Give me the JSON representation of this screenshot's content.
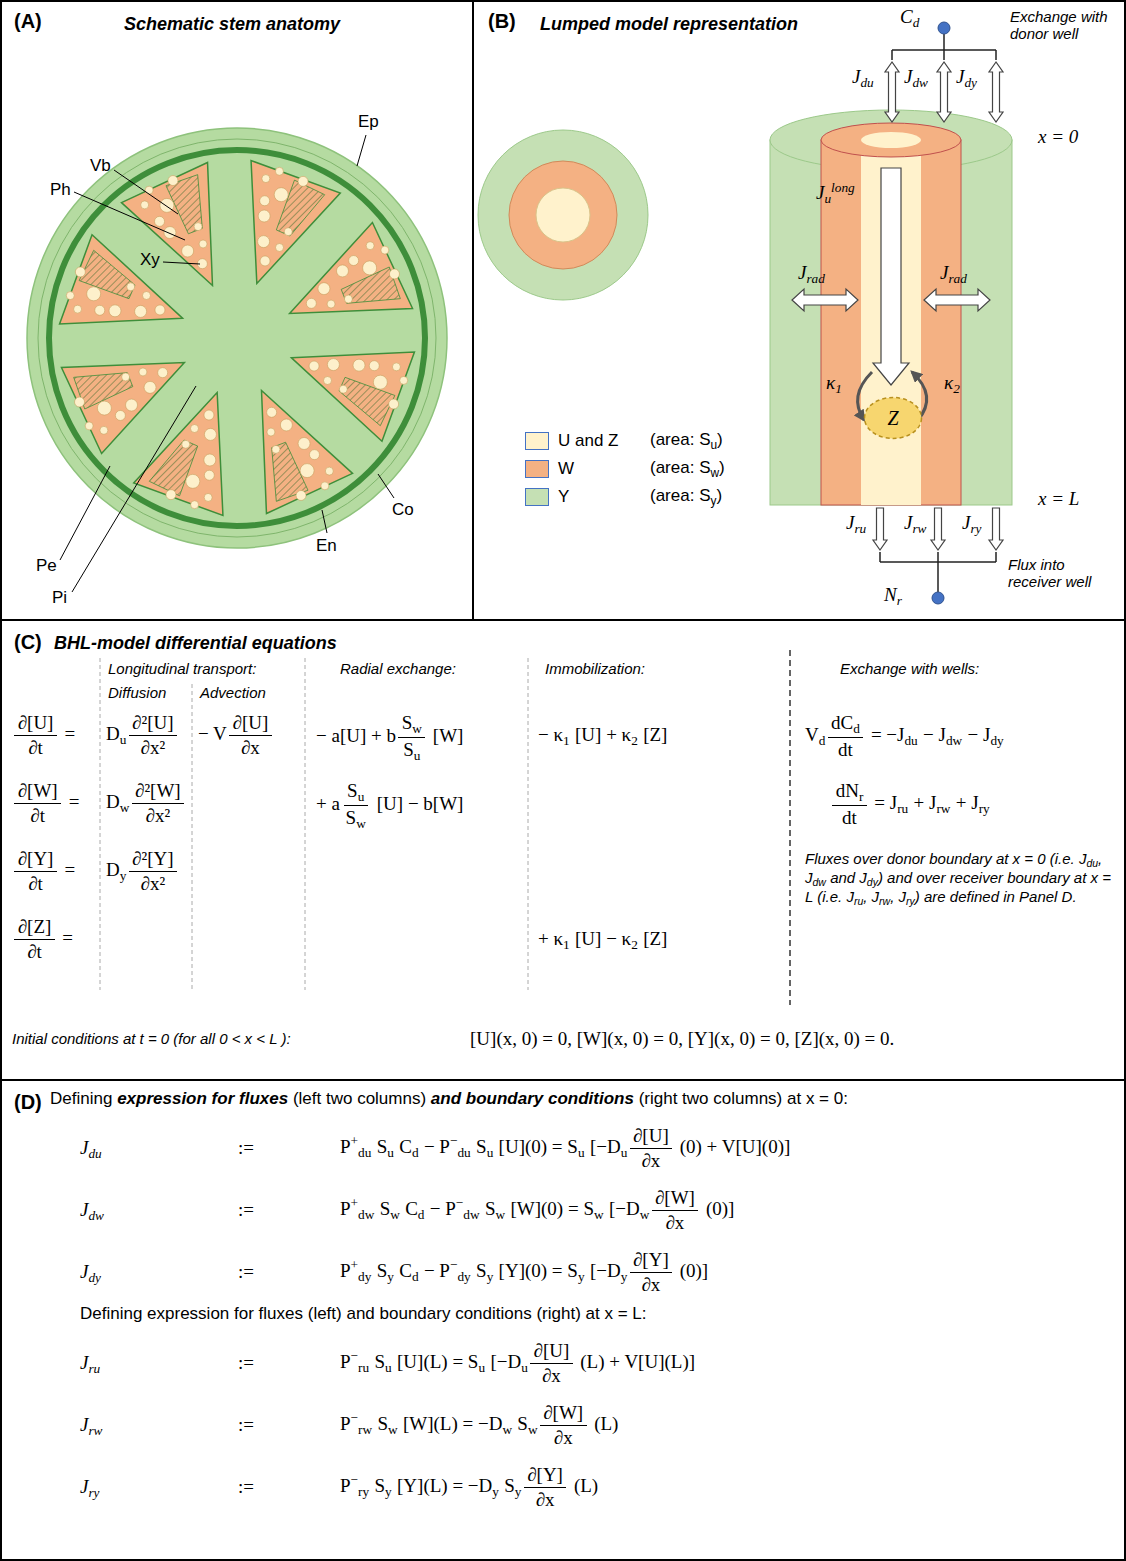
{
  "diagram": {
    "nodes": [
      {
        "text": [
          "(A)",
          "Schematic stem anatomy"
        ]
      },
      {
        "text": [
          "(B)",
          "Lumped model representation"
        ]
      },
      {
        "text": [
          "Z"
        ],
        "in": 1
      },
      {
        "text": [
          "(C)",
          "BHL-model differential equations"
        ]
      },
      {
        "text": [
          "(D)"
        ]
      }
    ],
    "labels": [
      "Ep",
      "Vb",
      "Ph",
      "Xy",
      "Pe",
      "Pi",
      "En",
      "Co",
      "C",
      "d",
      "Exchange with donor well",
      "J",
      "du",
      "J",
      "dw",
      "J",
      "dy",
      "x = 0",
      "J",
      "u",
      "long",
      "J",
      "rad",
      "J",
      "rad",
      "κ",
      "1",
      "κ",
      "2",
      "x = L",
      "J",
      "ru",
      "J",
      "rw",
      "J",
      "ry",
      "Flux into receiver well",
      "N",
      "r",
      "(area: S",
      "u",
      ")",
      "(area: S",
      "w",
      ")",
      "(area: S",
      "y",
      ")",
      "Longitudinal transport:",
      "Diffusion",
      "Advection",
      "Radial exchange:",
      "Immobilization:",
      "Exchange with wells:",
      "∂[U]",
      "∂t",
      "=",
      "D",
      "u",
      "∂²[U]",
      "∂x²",
      "− V",
      "∂[U]",
      "∂x",
      "− a[U] + b",
      "S",
      "w",
      "S",
      "u",
      "[W]",
      "− κ",
      "1",
      "[U] + κ",
      "2",
      "[Z]",
      "∂[W]",
      "∂t",
      "=",
      "D",
      "w",
      "∂²[W]",
      "∂x²",
      "+ a",
      "S",
      "u",
      "S",
      "w",
      "[U] − b[W]",
      "∂[Y]",
      "∂t",
      "=",
      "D",
      "y",
      "∂²[Y]",
      "∂x²",
      "∂[Z]",
      "∂t",
      "=",
      "+ κ",
      "1",
      "[U] − κ",
      "2",
      "[Z]",
      "V",
      "d",
      "dC",
      "d",
      "dt",
      "= −J",
      "du",
      "− J",
      "dw",
      "− J",
      "dy",
      "dN",
      "r",
      "dt",
      "= J",
      "ru",
      "+ J",
      "rw",
      "+ J",
      "ry",
      "Fluxes over donor boundary at x = 0 (i.e. J",
      "du",
      ", J",
      "dw",
      "and J",
      "dy",
      ") and over receiver boundary at x = L (i.e. J",
      "ru",
      ", J",
      "rw",
      ", J",
      "ry",
      ") are defined in Panel D.",
      "Initial conditions at t = 0 (for all 0 < x < L ):",
      "[U](x, 0) = 0, [W](x, 0) = 0, [Y](x, 0) = 0, [Z](x, 0) = 0.",
      "Defining",
      "expression for fluxes",
      "(left two columns)",
      "and boundary conditions",
      "(right two columns) at x = 0:",
      "J",
      "du",
      ":=",
      "P",
      "+",
      "du",
      "S",
      "u",
      "C",
      "d",
      "− P",
      "−",
      "du",
      "S",
      "u",
      "[U](0) = S",
      "u",
      "[−D",
      "u",
      "∂[U]",
      "∂x",
      "(0) + V[U](0)]",
      "J",
      "dw",
      ":=",
      "P",
      "+",
      "dw",
      "S",
      "w",
      "C",
      "d",
      "− P",
      "−",
      "dw",
      "S",
      "w",
      "[W](0) = S",
      "w",
      "[−D",
      "w",
      "∂[W]",
      "∂x",
      "(0)]",
      "J",
      "dy",
      ":=",
      "P",
      "+",
      "dy",
      "S",
      "y",
      "C",
      "d",
      "− P",
      "−",
      "dy",
      "S",
      "y",
      "[Y](0) = S",
      "y",
      "[−D",
      "y",
      "∂[Y]",
      "∂x",
      "(0)]",
      "Defining expression for fluxes (left) and boundary conditions (right) at x = L:",
      "J",
      "ru",
      ":=",
      "P",
      "−",
      "ru",
      "S",
      "u",
      "[U](L) = S",
      "u",
      "[−D",
      "u",
      "∂[U]",
      "∂x",
      "(L) + V[U](L)]",
      "J",
      "rw",
      ":=",
      "P",
      "−",
      "rw",
      "S",
      "w",
      "[W](L) = −D",
      "w",
      "S",
      "w",
      "∂[W]",
      "∂x",
      "(L)",
      "J",
      "ry",
      ":=",
      "P",
      "−",
      "ry",
      "S",
      "y",
      "[Y](L) = −D",
      "y",
      "S",
      "y",
      "∂[Y]",
      "∂x",
      "(L)"
    ],
    "legend": [
      {
        "text": "U and Z",
        "color": "#fff2cc"
      },
      {
        "text": "W",
        "color": "#f4b183"
      },
      {
        "text": "Y",
        "color": "#c5e0b4"
      }
    ]
  }
}
